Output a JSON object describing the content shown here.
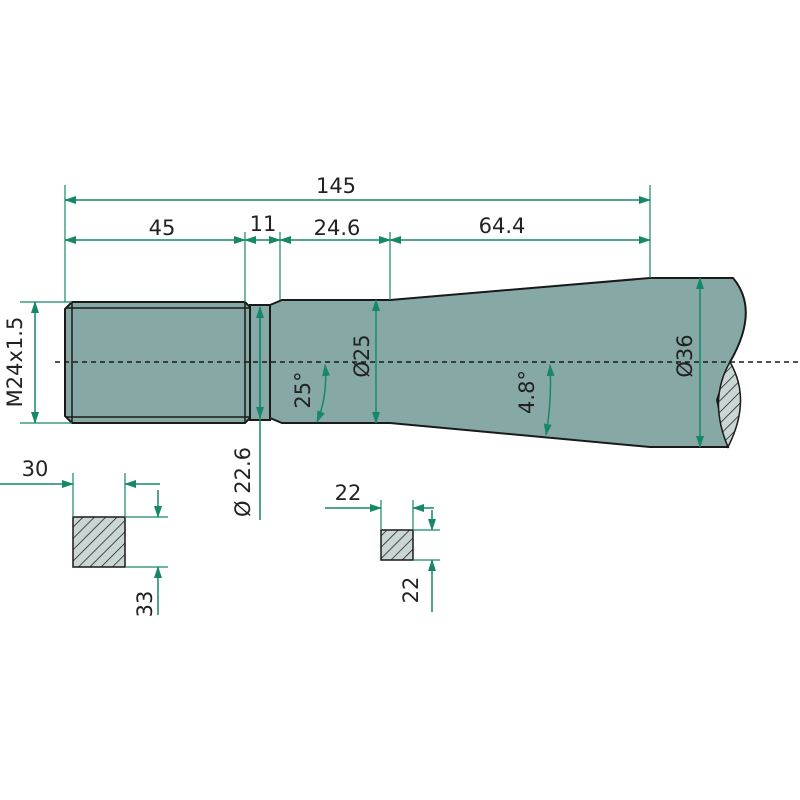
{
  "dimensions": {
    "overall_length": "145",
    "thread_length": "45",
    "groove_length": "11",
    "shank_length": "24.6",
    "taper_length": "64.4",
    "thread": "M24x1.5",
    "groove_diameter": "Ø 22.6",
    "shank_diameter": "Ø25",
    "end_diameter": "Ø36",
    "chamfer_angle": "25°",
    "taper_angle": "4.8°"
  },
  "sections": {
    "large": {
      "width": "30",
      "height": "33"
    },
    "small": {
      "width": "22",
      "height": "22"
    }
  },
  "colors": {
    "part": "#87a9a6",
    "dimension": "#17876a"
  }
}
